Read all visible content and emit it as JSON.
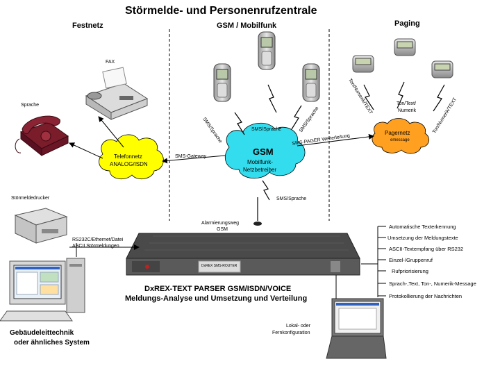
{
  "title": "Störmelde- und Personenrufzentrale",
  "sections": {
    "festnetz": "Festnetz",
    "gsm": "GSM / Mobilfunk",
    "paging": "Paging"
  },
  "devices": {
    "fax": "FAX",
    "sprache": "Sprache",
    "stoermeldedrucker": "Störmeldedrucker",
    "building": [
      "Gebäudeleittechnik",
      "oder ähnliches System"
    ],
    "laptop": [
      "Lokal- oder",
      "Fernkonfiguration"
    ]
  },
  "clouds": {
    "telefonnetz": [
      "Telefonnetz",
      "ANALOG/ISDN"
    ],
    "gsm": {
      "title": "GSM",
      "lines": [
        "Mobilfunk-",
        "Netzbetreiber"
      ]
    },
    "pagernetz": [
      "Pagernetz",
      "emessage"
    ]
  },
  "links": {
    "sms_sprache_left": "SMS/Sprache",
    "sms_sprache_mid": "SMS/Sprache",
    "sms_sprache_right": "SMS/Sprache",
    "sms_gateway": "SMS-Gateway",
    "sms_pager": "SMS-PAGER Weiterleitung",
    "sms_sprache_down": "SMS/Sprache",
    "alarm_path": [
      "Alarmierungsweg",
      "GSM"
    ],
    "rs232": [
      "RS232C/Ethernet/Datei",
      "ASCII Störmeldungen"
    ]
  },
  "pager_modes": {
    "left": "Ton/Numerik/TEXT",
    "mid": [
      "Ton/Text/",
      "Numerik"
    ],
    "right": "Ton/Numerik/TEXT"
  },
  "router": {
    "front_label": "DxREX SMS-ROUTER",
    "caption": [
      "DxREX-TEXT PARSER GSM/ISDN/VOICE",
      "Meldungs-Analyse und Umsetzung und Verteilung"
    ]
  },
  "features": [
    "Automatische Texterkennung",
    "Umsetzung der Meldungstexte",
    "ASCII-Textempfang über RS232",
    "Einzel-/Gruppenruf",
    "Rufpriorisierung",
    "Sprach-,Text, Ton-, Numerik-Message",
    "Protokollierung der Nachrichten"
  ],
  "colors": {
    "cloud_yellow": "#ffff00",
    "cloud_cyan": "#33ddee",
    "cloud_orange": "#ffa020",
    "phone_red": "#7a1c2a"
  },
  "icons": [
    "fax-icon",
    "telephone-icon",
    "mobile-phone-icon",
    "pager-icon",
    "printer-icon",
    "desktop-computer-icon",
    "laptop-icon",
    "router-icon",
    "antenna-icon",
    "lightning-icon"
  ]
}
